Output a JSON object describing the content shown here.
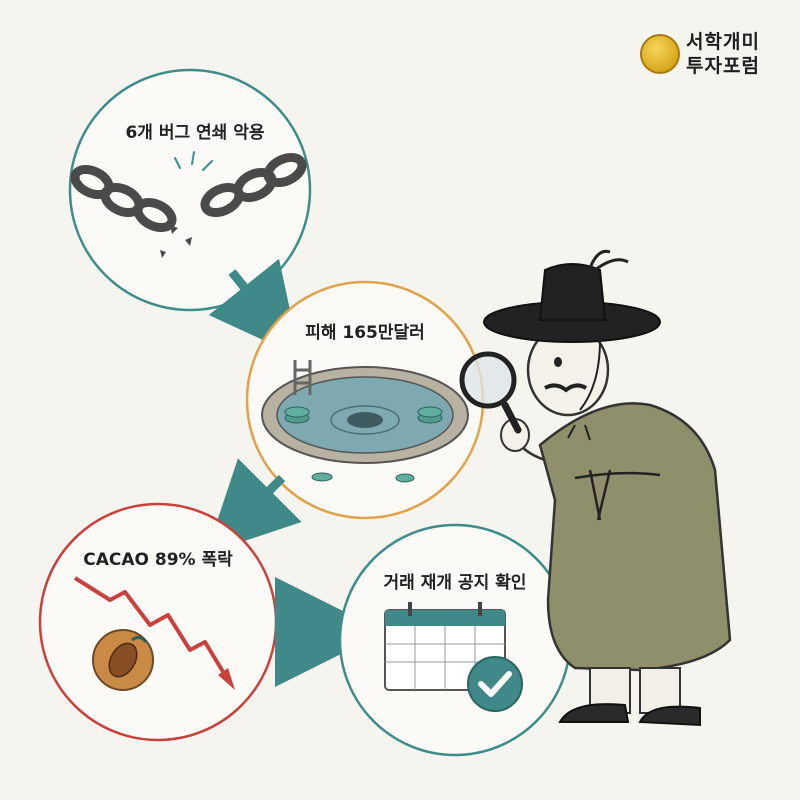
{
  "logo": {
    "line1": "서학개미",
    "line2": "투자포럼"
  },
  "steps": [
    {
      "label": "6개 버그 연쇄 악용",
      "ring_color": "#3e8d8b"
    },
    {
      "label": "피해 165만달러",
      "ring_color": "#e0a24b"
    },
    {
      "label": "CACAO 89% 폭락",
      "ring_color": "#c9413c"
    },
    {
      "label": "거래 재개 공지 확인",
      "ring_color": "#3e8d8b"
    }
  ],
  "colors": {
    "arrow": "#3f8a88",
    "crash_line": "#c9413c",
    "calendar_accent": "#3f8a88",
    "robe": "#8f8f6c"
  }
}
